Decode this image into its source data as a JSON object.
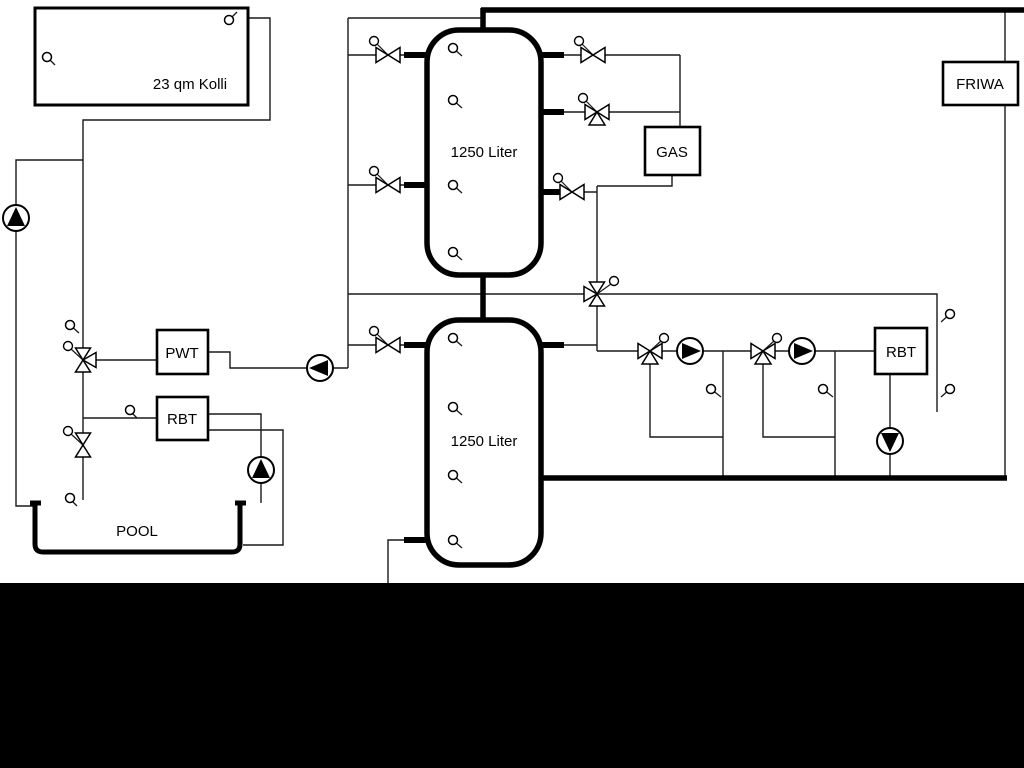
{
  "diagram": {
    "type": "heating-system-schematic",
    "colors": {
      "background": "#ffffff",
      "line": "#000000",
      "letterbox": "#000000"
    },
    "components": {
      "collector": {
        "label": "23 qm Kolli"
      },
      "tank_upper": {
        "label": "1250 Liter"
      },
      "tank_lower": {
        "label": "1250 Liter"
      },
      "gas_boiler": {
        "label": "GAS"
      },
      "friwa": {
        "label": "FRIWA"
      },
      "pwt": {
        "label": "PWT"
      },
      "rbt_left": {
        "label": "RBT"
      },
      "rbt_right": {
        "label": "RBT"
      },
      "pool": {
        "label": "POOL"
      }
    },
    "symbols": {
      "pump": "pump-icon",
      "valve": "valve-icon",
      "three_way_valve": "three-way-valve-icon",
      "sensor": "temperature-sensor-icon"
    }
  }
}
